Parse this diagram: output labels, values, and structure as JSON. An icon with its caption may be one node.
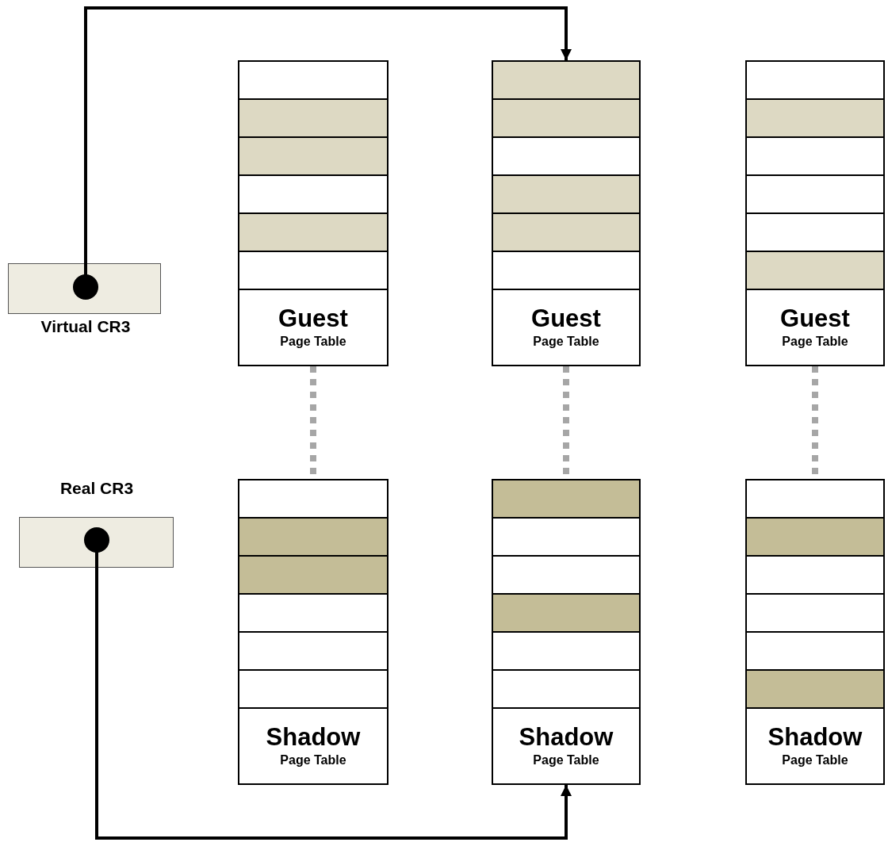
{
  "diagram": {
    "nodes": [
      {
        "text": [
          "Virtual CR3"
        ]
      },
      {
        "text": [
          "Guest",
          "Page Table"
        ]
      },
      {
        "text": [
          "Guest",
          "Page Table"
        ]
      },
      {
        "text": [
          "Guest",
          "Page Table"
        ]
      },
      {
        "text": [
          "Real CR3"
        ]
      },
      {
        "text": [
          "Shadow",
          "Page Table"
        ]
      },
      {
        "text": [
          "Shadow",
          "Page Table"
        ]
      },
      {
        "text": [
          "Shadow",
          "Page Table"
        ]
      }
    ],
    "edges": [
      {
        "from": 0,
        "to": 2,
        "arrow": "to",
        "color": "#000000"
      },
      {
        "from": 4,
        "to": 6,
        "arrow": "to",
        "color": "#000000"
      },
      {
        "from": 1,
        "to": 5,
        "arrow": "none",
        "style": "dashed",
        "color": "#a6a6a6"
      },
      {
        "from": 2,
        "to": 6,
        "arrow": "none",
        "style": "dashed",
        "color": "#a6a6a6"
      },
      {
        "from": 3,
        "to": 7,
        "arrow": "none",
        "style": "dashed",
        "color": "#a6a6a6"
      }
    ]
  }
}
